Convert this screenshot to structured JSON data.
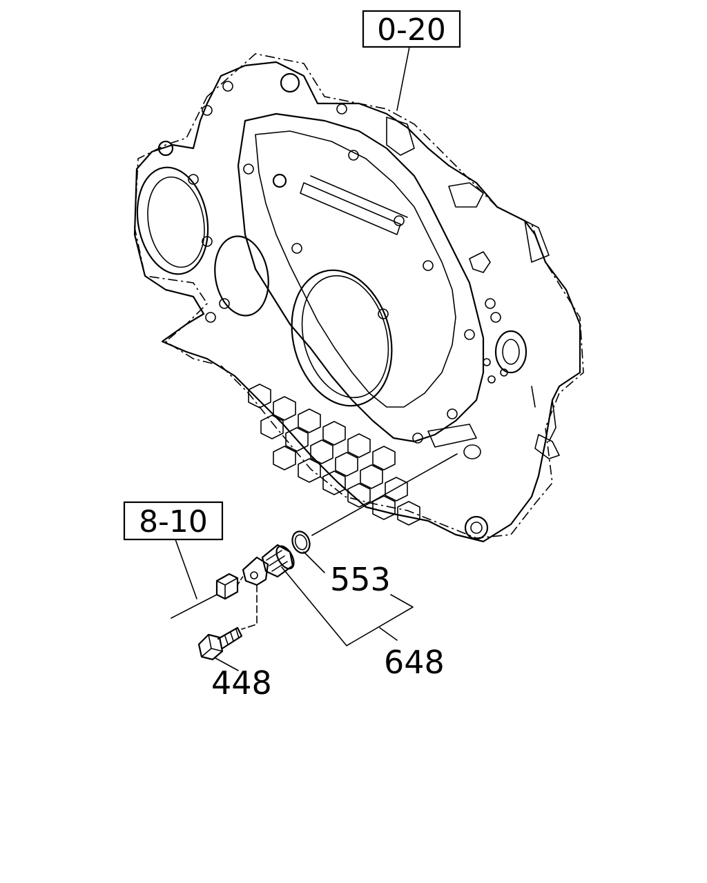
{
  "refs": {
    "upper": "0-20",
    "lower": "8-10"
  },
  "callouts": {
    "o_ring": "553",
    "sensor": "648",
    "bolt": "448"
  },
  "colors": {
    "line": "#000000",
    "background": "#ffffff"
  }
}
